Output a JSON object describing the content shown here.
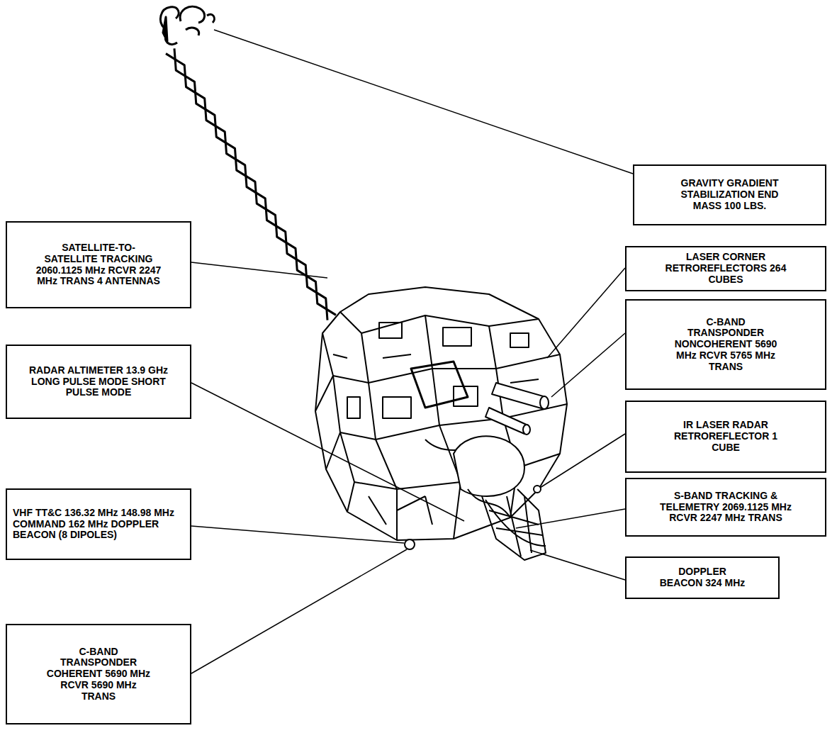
{
  "diagram": {
    "nodes": [
      {
        "text": [
          "GRAVITY GRADIENT STABILIZATION END MASS 100 LBS."
        ]
      },
      {
        "text": [
          "SATELLITE-TO-SATELLITE TRACKING 2060.1125 MHz RCVR 2247 MHz TRANS 4 ANTENNAS"
        ]
      },
      {
        "text": [
          "LASER CORNER RETROREFLECTORS 264 CUBES"
        ]
      },
      {
        "text": [
          "C-BAND TRANSPONDER NONCOHERENT 5690 MHz RCVR 5765 MHz TRANS"
        ]
      },
      {
        "text": [
          "RADAR ALTIMETER 13.9 GHz LONG PULSE MODE SHORT PULSE MODE"
        ]
      },
      {
        "text": [
          "IR LASER RADAR RETROREFLECTOR 1 CUBE"
        ]
      },
      {
        "text": [
          "S-BAND TRACKING & TELEMETRY 2069.1125 MHz RCVR 2247 MHz TRANS"
        ]
      },
      {
        "text": [
          "VHF TT&C 136.32 MHz 148.98 MHz COMMAND 162 MHz DOPPLER BEACON (8 DIPOLES)"
        ]
      },
      {
        "text": [
          "DOPPLER BEACON 324 MHz"
        ]
      },
      {
        "text": [
          "C-BAND TRANSPONDER COHERENT 5690 MHz RCVR 5690 MHz TRANS"
        ]
      }
    ]
  }
}
